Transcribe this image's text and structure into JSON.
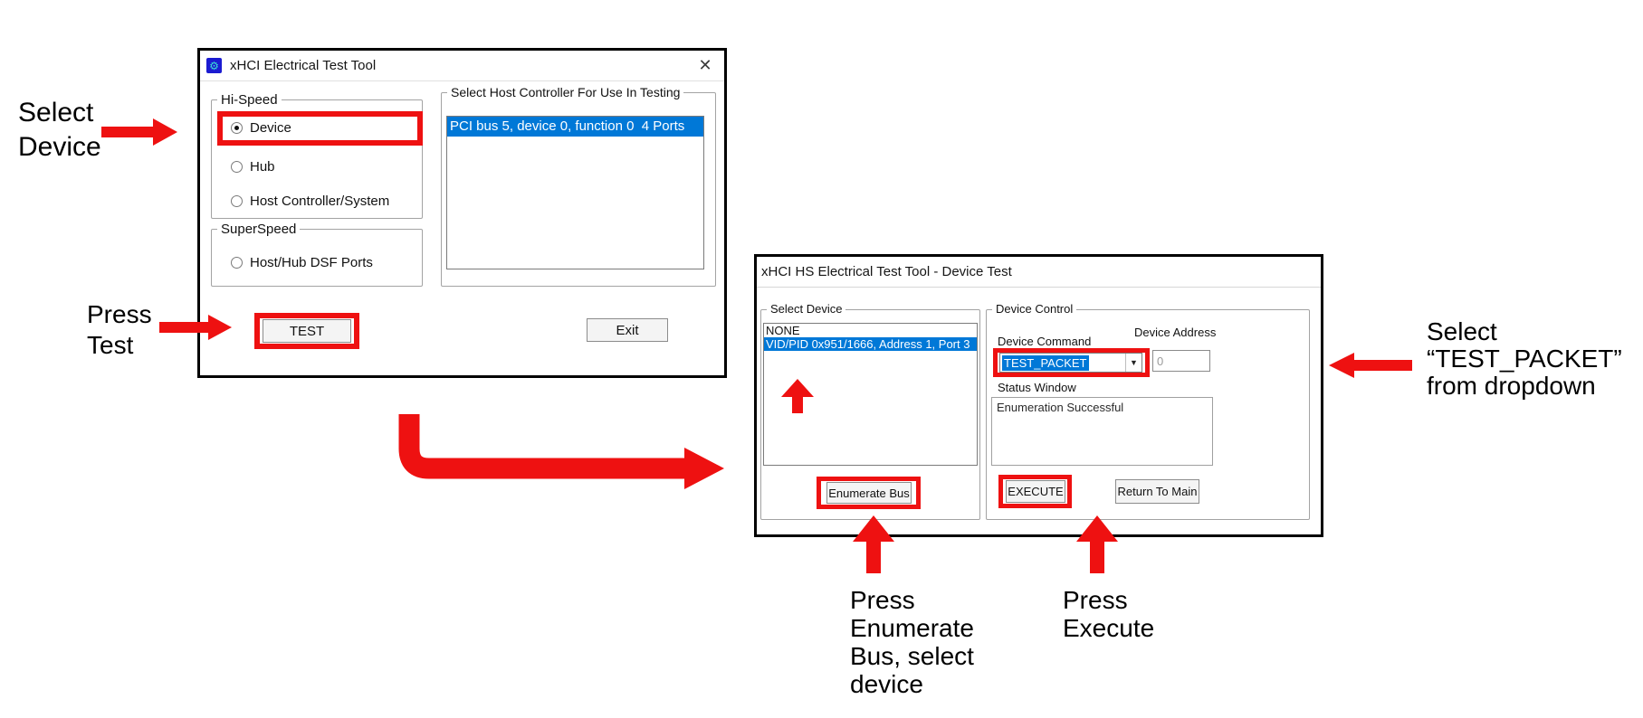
{
  "colors": {
    "annotation_red": "#ee1111",
    "selection_blue": "#0078d7"
  },
  "icons": {
    "app_icon": "⚙",
    "close": "✕",
    "dropdown_arrow": "▼"
  },
  "dialog1": {
    "title": "xHCI Electrical Test Tool",
    "hi_speed": {
      "label": "Hi-Speed",
      "device": "Device",
      "hub": "Hub",
      "host_controller_system": "Host Controller/System"
    },
    "super_speed": {
      "label": "SuperSpeed",
      "host_hub_dsf_ports": "Host/Hub DSF Ports"
    },
    "host_controller_group": {
      "label": "Select Host Controller For Use In Testing",
      "items": [
        "PCI bus 5, device 0, function 0  4 Ports"
      ]
    },
    "buttons": {
      "test": "TEST",
      "exit": "Exit"
    }
  },
  "dialog2": {
    "title": "xHCI HS Electrical Test Tool - Device Test",
    "select_device": {
      "label": "Select Device",
      "items": [
        "NONE",
        "VID/PID 0x951/1666, Address 1, Port 3"
      ]
    },
    "device_control": {
      "label": "Device Control",
      "device_command_label": "Device Command",
      "device_command_value": "TEST_PACKET",
      "device_address_label": "Device Address",
      "device_address_value": "0",
      "status_label": "Status Window",
      "status_text": "Enumeration Successful"
    },
    "buttons": {
      "enumerate": "Enumerate Bus",
      "execute": "EXECUTE",
      "return_to_main": "Return To Main"
    }
  },
  "annotations": {
    "select_device": {
      "lines": [
        "Select",
        "Device"
      ]
    },
    "press_test": {
      "lines": [
        "Press",
        "Test"
      ]
    },
    "test_packet": {
      "lines": [
        "Select",
        "“TEST_PACKET”",
        "from dropdown"
      ]
    },
    "press_enumerate": {
      "lines": [
        "Press",
        "Enumerate",
        "Bus, select",
        "device"
      ]
    },
    "press_execute": {
      "lines": [
        "Press",
        "Execute"
      ]
    }
  }
}
